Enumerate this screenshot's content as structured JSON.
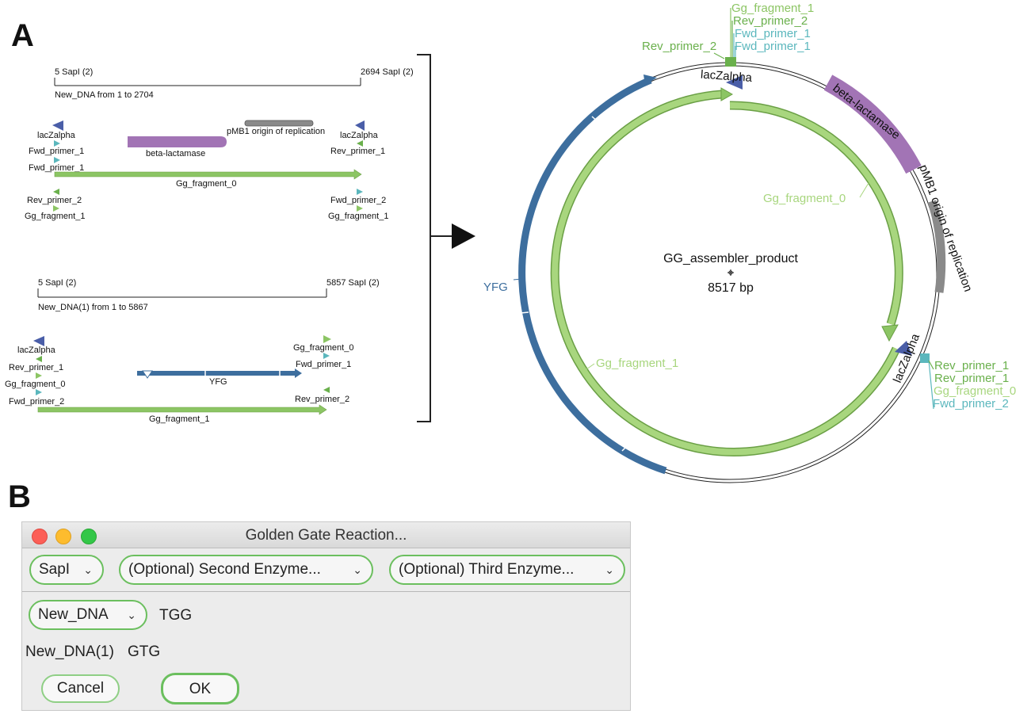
{
  "panels": {
    "a": "A",
    "b": "B"
  },
  "linear_maps": [
    {
      "ruler": {
        "left": "5 SapI (2)",
        "right": "2694 SapI (2)",
        "caption": "New_DNA from 1 to 2704"
      },
      "labels": {
        "lacz_left": "lacZalpha",
        "fwd1_a": "Fwd_primer_1",
        "fwd1_b": "Fwd_primer_1",
        "beta": "beta-lactamase",
        "pmb1": "pMB1 origin of replication",
        "lacz_right": "lacZalpha",
        "rev1": "Rev_primer_1",
        "frag0": "Gg_fragment_0",
        "rev2": "Rev_primer_2",
        "frag1_left": "Gg_fragment_1",
        "fwd2": "Fwd_primer_2",
        "frag1_right": "Gg_fragment_1"
      }
    },
    {
      "ruler": {
        "left": "5 SapI (2)",
        "right": "5857 SapI (2)",
        "caption": "New_DNA(1) from 1 to 5867"
      },
      "labels": {
        "lacz": "lacZalpha",
        "rev1": "Rev_primer_1",
        "frag0_left": "Gg_fragment_0",
        "fwd2": "Fwd_primer_2",
        "yfg": "YFG",
        "frag0_right": "Gg_fragment_0",
        "fwd1": "Fwd_primer_1",
        "rev2": "Rev_primer_2",
        "frag1": "Gg_fragment_1"
      }
    }
  ],
  "circular_map": {
    "name": "GG_assembler_product",
    "size": "8517 bp",
    "labels": {
      "top_frag1": "Gg_fragment_1",
      "top_rev2": "Rev_primer_2",
      "top_fwd1_a": "Fwd_primer_1",
      "top_fwd1_b": "Fwd_primer_1",
      "left_rev2": "Rev_primer_2",
      "lacz_top": "lacZalpha",
      "beta": "beta-lactamase",
      "pmb1": "pMB1 origin of replication",
      "frag0": "Gg_fragment_0",
      "yfg": "YFG",
      "frag1": "Gg_fragment_1",
      "lacz_bottom": "lacZalpha",
      "br_rev1_a": "Rev_primer_1",
      "br_rev1_b": "Rev_primer_1",
      "br_frag0": "Gg_fragment_0",
      "br_fwd2": "Fwd_primer_2"
    }
  },
  "colors": {
    "fragment": "#8cc564",
    "yfg": "#3d6e9e",
    "beta": "#a274b5",
    "ori": "#8a8a8a",
    "lacz": "#4a5ea8",
    "fwd": "#5bb7bd",
    "rev": "#6ab04c"
  },
  "dialog": {
    "title": "Golden Gate Reaction...",
    "enzyme1": "SapI",
    "enzyme2": "(Optional) Second Enzyme...",
    "enzyme3": "(Optional) Third Enzyme...",
    "dna_select": "New_DNA",
    "dna_overhang": "TGG",
    "dna2_name": "New_DNA(1)",
    "dna2_overhang": "GTG",
    "cancel": "Cancel",
    "ok": "OK"
  }
}
